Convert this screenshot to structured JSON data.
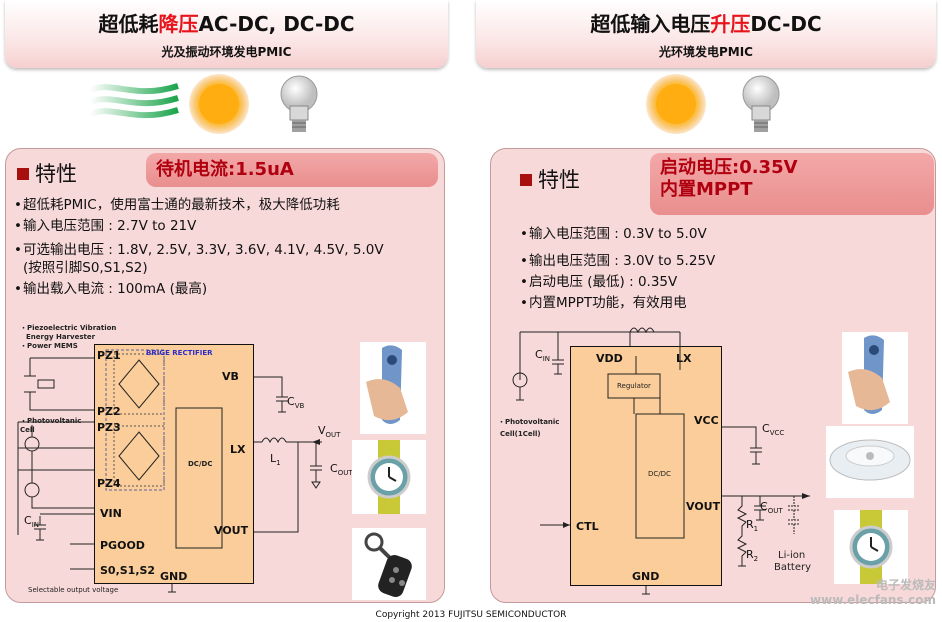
{
  "left": {
    "title_pre": "超低耗",
    "title_red": "降压",
    "title_post": "AC-DC, DC-DC",
    "subtitle": "光及振动环境发电PMIC",
    "features_label": "特性",
    "badge": "待机电流:1.5uA",
    "bullets": [
      "超低耗PMIC，使用富士通的最新技术，极大降低功耗",
      "输入电压范围 : 2.7V to 21V",
      "可选输出电压 : 1.8V, 2.5V, 3.3V, 3.6V, 4.1V, 4.5V, 5.0V",
      "输出载入电流 : 100mA (最高)"
    ],
    "bullet_sub": "(按照引脚S0,S1,S2)",
    "circuit": {
      "src1": "・Piezoelectric Vibration",
      "src2": "Energy Harvester",
      "src3": "・Power MEMS",
      "src4": "・Photovoltanic",
      "src5": "Cell",
      "rectifier": "BRIGE RECTIFIER",
      "pz1": "PZ1",
      "pz2": "PZ2",
      "pz3": "PZ3",
      "pz4": "PZ4",
      "vb": "VB",
      "lx": "LX",
      "vin": "VIN",
      "vout": "VOUT",
      "pgood": "PGOOD",
      "sel": "S0,S1,S2",
      "gnd": "GND",
      "dcdc": "DC/DC",
      "cvb": "C",
      "cvb_sub": "VB",
      "l1": "L",
      "l1_sub": "1",
      "vout_lbl": "V",
      "vout_sub": "OUT",
      "cout": "C",
      "cout_sub": "OUT",
      "cin": "C",
      "cin_sub": "IN",
      "selectable": "Selectable output voltage"
    }
  },
  "right": {
    "title_pre": "超低输入电压",
    "title_red": "升压",
    "title_post": "DC-DC",
    "subtitle": "光环境发电PMIC",
    "features_label": "特性",
    "badge_line1": "启动电压:0.35V",
    "badge_line2": "内置MPPT",
    "bullets": [
      "输入电压范围 : 0.3V to 5.0V",
      "输出电压范围 : 3.0V to 5.25V",
      "启动电压 (最低) : 0.35V",
      "内置MPPT功能，有效用电"
    ],
    "circuit": {
      "cin": "C",
      "cin_sub": "IN",
      "vdd": "VDD",
      "lx": "LX",
      "regulator": "Regulator",
      "vcc": "VCC",
      "cvcc": "C",
      "cvcc_sub": "VCC",
      "dcdc": "DC/DC",
      "vout": "VOUT",
      "cout": "C",
      "cout_sub": "OUT",
      "r1": "R",
      "r1_sub": "1",
      "r2": "R",
      "r2_sub": "2",
      "ctl": "CTL",
      "gnd": "GND",
      "li1": "Li-ion",
      "li2": "Battery",
      "pv1": "・Photovoltanic",
      "pv2": "Cell(1Cell)"
    }
  },
  "footer": "Copyright 2013 FUJITSU SEMICONDUCTOR",
  "watermark": "电子发烧友 www.elecfans.com",
  "colors": {
    "panel": "#f8d9d9",
    "chip": "#fbcd9a",
    "badge": "#e98e8e",
    "accent_red": "#e8141c"
  }
}
